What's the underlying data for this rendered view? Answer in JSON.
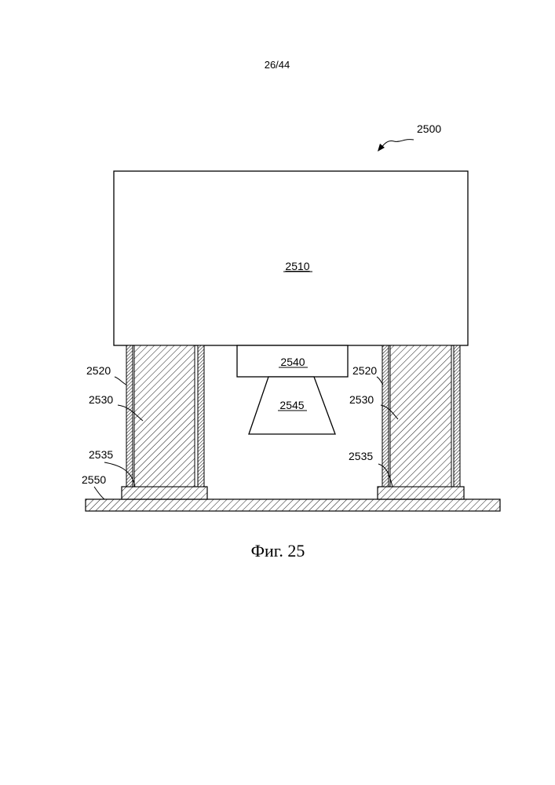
{
  "page_number": "26/44",
  "caption": "Фиг. 25",
  "labels": {
    "assembly": "2500",
    "body": "2510",
    "wall": "2520",
    "column": "2530",
    "interface": "2535",
    "block": "2540",
    "lens": "2545",
    "substrate": "2550"
  }
}
